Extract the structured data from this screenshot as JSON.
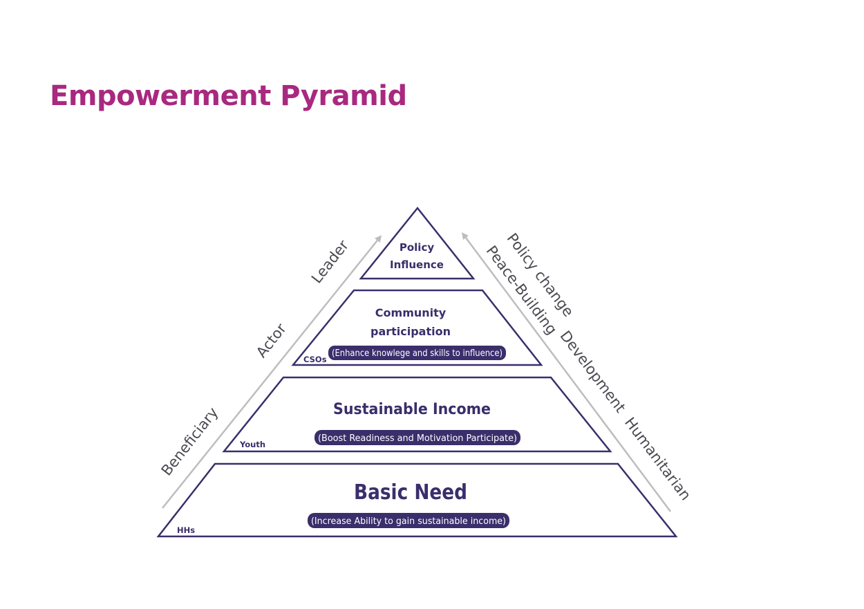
{
  "title": "Empowerment Pyramid",
  "colors": {
    "title": "#a8297f",
    "navy": "#3a2e6b",
    "arrow": "#bdbdbd",
    "side_text": "#4a4a52"
  },
  "levels": {
    "top": {
      "line1": "Policy",
      "line2": "Influence"
    },
    "community": {
      "line1": "Community",
      "line2": "participation",
      "subtitle": "(Enhance knowlege and skills to influence)",
      "tag": "CSOs"
    },
    "income": {
      "title": "Sustainable Income",
      "subtitle": "(Boost Readiness and Motivation Participate)",
      "tag": "Youth"
    },
    "basic": {
      "title": "Basic Need",
      "subtitle": "(Increase Ability to gain sustainable income)",
      "tag": "HHs"
    }
  },
  "left_labels": {
    "beneficiary": "Beneficiary",
    "actor": "Actor",
    "leader": "Leader"
  },
  "right_labels": {
    "policy_change": "Policy change",
    "peace_building": "Peace-Building",
    "development": "Development",
    "humanitarian": "Humanitarian"
  }
}
